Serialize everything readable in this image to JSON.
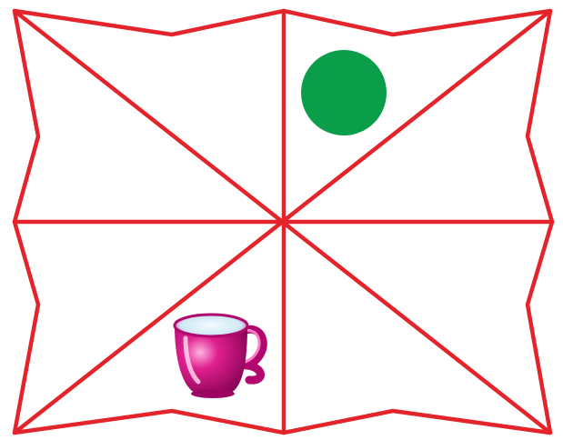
{
  "figure": {
    "description_shapes": [
      "octant-grid",
      "green-circle",
      "pink-cup"
    ],
    "colors": {
      "grid_line": "#e3242b",
      "circle_fill": "#0a9e4a",
      "cup_dark": "#b0086e",
      "cup_mid": "#e0208e",
      "cup_light": "#ff8fd0",
      "cup_inner": "#e8f4fa",
      "background": "#ffffff"
    },
    "icons": {
      "circle": "green-circle-icon",
      "cup": "pink-cup-icon"
    }
  }
}
